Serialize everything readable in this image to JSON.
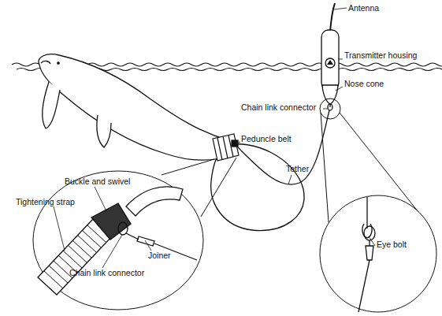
{
  "diagram": {
    "labels": [
      "Antenna",
      "Transmitter housing",
      "Nose cone",
      "Chain link connector",
      "Peduncle belt",
      "Tether",
      "Buckle and swivel",
      "Tightening strap",
      "Joiner",
      "Chain link connector",
      "Eye bolt"
    ]
  }
}
